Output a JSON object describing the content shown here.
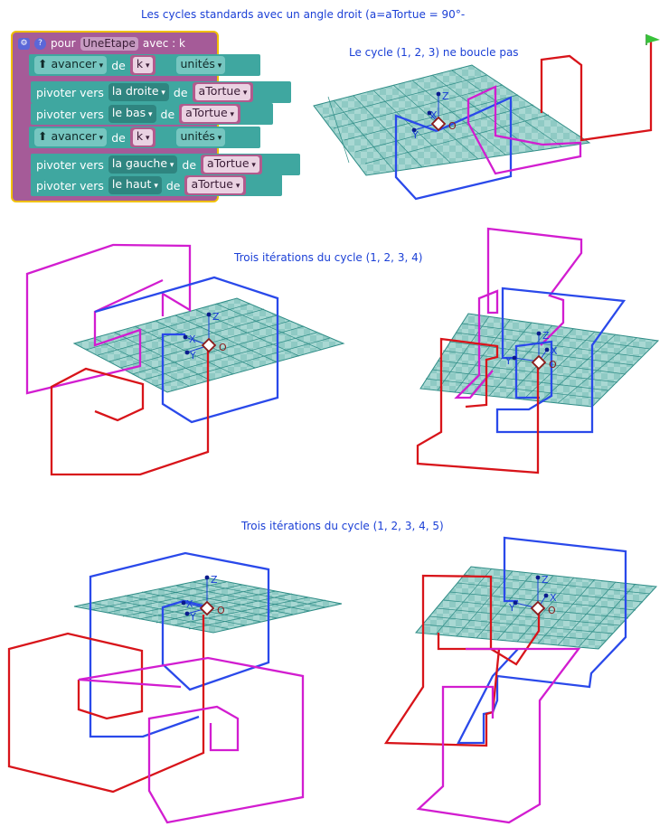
{
  "titles": {
    "main": "Les cycles standards avec un angle droit (a=aTortue = 90°-",
    "cycle_a": "Le cycle (1, 2, 3) ne boucle pas",
    "cycle_b": "Trois itérations du cycle (1, 2, 3, 4)",
    "cycle_c": "Trois itérations du cycle (1, 2, 3, 4, 5)"
  },
  "procedure": {
    "gear": "⚙",
    "help": "?",
    "keyword": "pour",
    "name": "UneEtape",
    "params": "avec : k",
    "blocks": [
      {
        "arrow": "⬆",
        "action": "avancer",
        "of": "de",
        "var": "k",
        "unit": "unités"
      },
      {
        "action": "pivoter vers",
        "dir": "la droite",
        "of": "de",
        "var": "aTortue"
      },
      {
        "action": "pivoter vers",
        "dir": "le bas",
        "of": "de",
        "var": "aTortue"
      },
      {
        "arrow": "⬆",
        "action": "avancer",
        "of": "de",
        "var": "k",
        "unit": "unités"
      },
      {
        "action": "pivoter vers",
        "dir": "la gauche",
        "of": "de",
        "var": "aTortue"
      },
      {
        "action": "pivoter vers",
        "dir": "le haut",
        "of": "de",
        "var": "aTortue"
      }
    ]
  },
  "axes": {
    "z": "Z",
    "x": "X",
    "y": "Y",
    "o": "O"
  },
  "colors": {
    "red": "#d8141a",
    "magenta": "#d21dd0",
    "blue": "#2a49ea",
    "grid_fill": "#a8d8d4",
    "grid_line": "#2e8c86",
    "title": "#1a3fd6"
  },
  "icons": [
    "gear-icon",
    "help-icon",
    "flag-icon",
    "turtle-origin-icon"
  ]
}
